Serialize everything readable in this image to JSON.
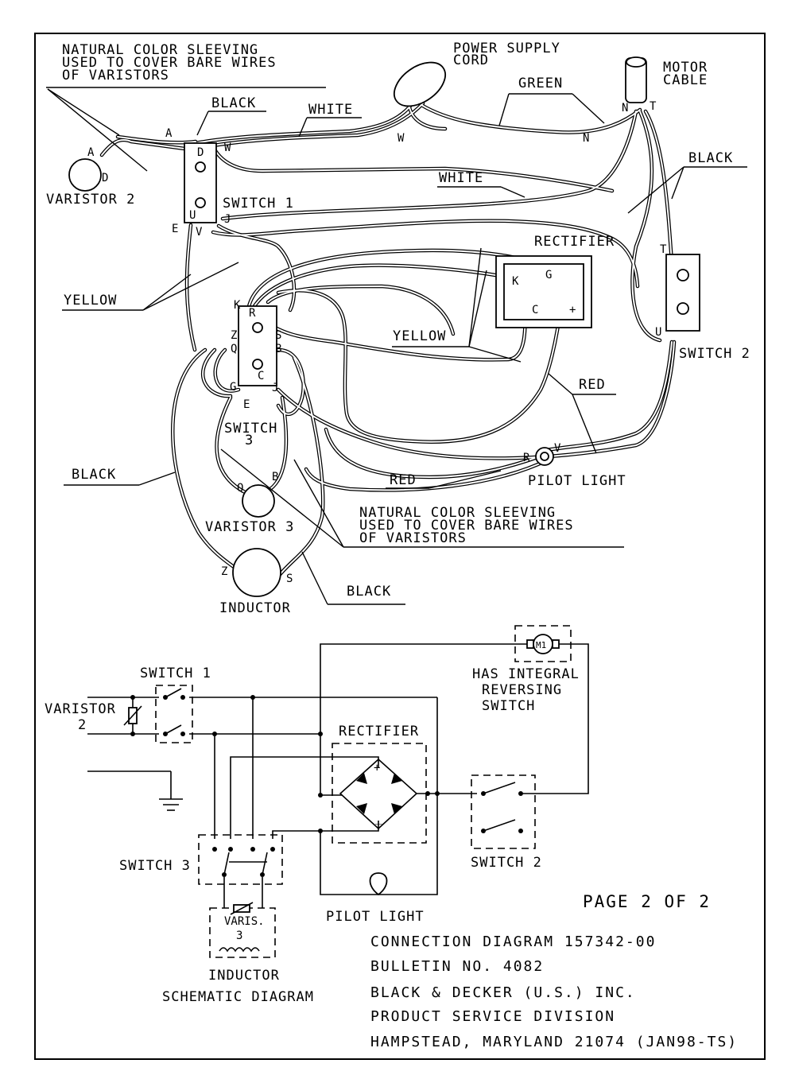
{
  "labels": {
    "sleeving_top": [
      "NATURAL COLOR SLEEVING",
      "USED TO COVER BARE WIRES",
      "OF VARISTORS"
    ],
    "sleeving_bottom": [
      "NATURAL COLOR SLEEVING",
      "USED TO COVER BARE WIRES",
      "OF VARISTORS"
    ],
    "power_cord": [
      "POWER SUPPLY",
      "CORD"
    ],
    "motor_cable": [
      "MOTOR",
      "CABLE"
    ],
    "black_1": "BLACK",
    "white_1": "WHITE",
    "green": "GREEN",
    "white_2": "WHITE",
    "black_2": "BLACK",
    "varistor_2": "VARISTOR 2",
    "switch_1": "SWITCH 1",
    "rectifier": "RECTIFIER",
    "yellow_1": "YELLOW",
    "yellow_2": "YELLOW",
    "switch_2": "SWITCH 2",
    "red_1": "RED",
    "red_2": "RED",
    "switch_3": [
      "SWITCH",
      "3"
    ],
    "black_3": "BLACK",
    "pilot_light": "PILOT LIGHT",
    "varistor_3": "VARISTOR 3",
    "inductor": "INDUCTOR",
    "black_4": "BLACK"
  },
  "terminals": {
    "a1": "A",
    "a2": "A",
    "d1": "D",
    "d2": "D",
    "w1": "W",
    "w2": "W",
    "n1": "N",
    "n2": "N",
    "t1": "T",
    "t2": "T",
    "e1": "E",
    "e2": "E",
    "u1": "U",
    "u2": "U",
    "v1": "V",
    "v2": "V",
    "j1": "J",
    "j2": "J",
    "k1": "K",
    "k2": "K",
    "g1": "G",
    "g2": "G",
    "c1": "C",
    "c2": "C",
    "plus": "+",
    "r1": "R",
    "r2": "R",
    "z1": "Z",
    "z2": "Z",
    "s1": "S",
    "s2": "S",
    "q1": "Q",
    "q2": "Q",
    "b1": "B",
    "b2": "B"
  },
  "schematic": {
    "m1": "M1",
    "integral": [
      "HAS INTEGRAL",
      "REVERSING",
      "SWITCH"
    ],
    "switch_1": "SWITCH 1",
    "varistor": [
      "VARISTOR",
      "2"
    ],
    "rectifier": "RECTIFIER",
    "rect_plus": "+",
    "rect_minus": "_",
    "switch_2": "SWITCH 2",
    "switch_3": "SWITCH 3",
    "pilot_light": "PILOT LIGHT",
    "varis": [
      "VARIS.",
      "3"
    ],
    "inductor": "INDUCTOR",
    "caption": "SCHEMATIC DIAGRAM"
  },
  "title_block": {
    "page": "PAGE 2 OF 2",
    "connection": "CONNECTION DIAGRAM 157342-00",
    "bulletin": "BULLETIN NO. 4082",
    "company": "BLACK & DECKER (U.S.) INC.",
    "division": "PRODUCT SERVICE DIVISION",
    "address": "HAMPSTEAD, MARYLAND 21074 (JAN98-TS)"
  }
}
